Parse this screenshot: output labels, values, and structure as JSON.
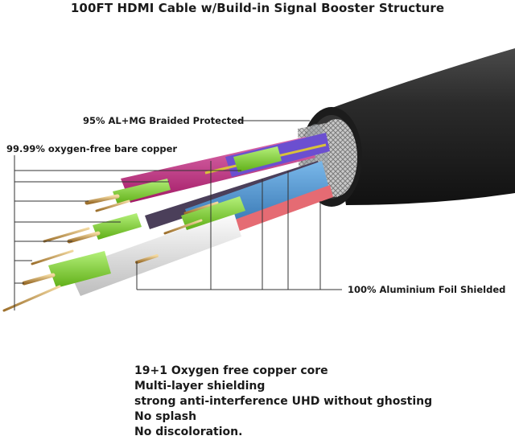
{
  "title": "100FT HDMI Cable w/Build-in Signal Booster Structure",
  "labels": {
    "braid": "95% AL+MG Braided Protected",
    "copper": "99.99% oxygen-free bare copper",
    "foil": "100% Aluminium Foil Shielded"
  },
  "features": [
    "19+1 Oxygen free copper core",
    "Multi-layer shielding",
    "strong anti-interference UHD without ghosting",
    "No splash",
    "No discoloration."
  ],
  "colors": {
    "jacket": "#2a2a2a",
    "braid": "#b9b9b9",
    "magenta": "#c2317f",
    "blue": "#3c7fc4",
    "purple": "#6a3fb5",
    "red": "#e56b73",
    "white": "#e6e6e6",
    "green": "#7fd12e",
    "yellow": "#d9c23a"
  }
}
